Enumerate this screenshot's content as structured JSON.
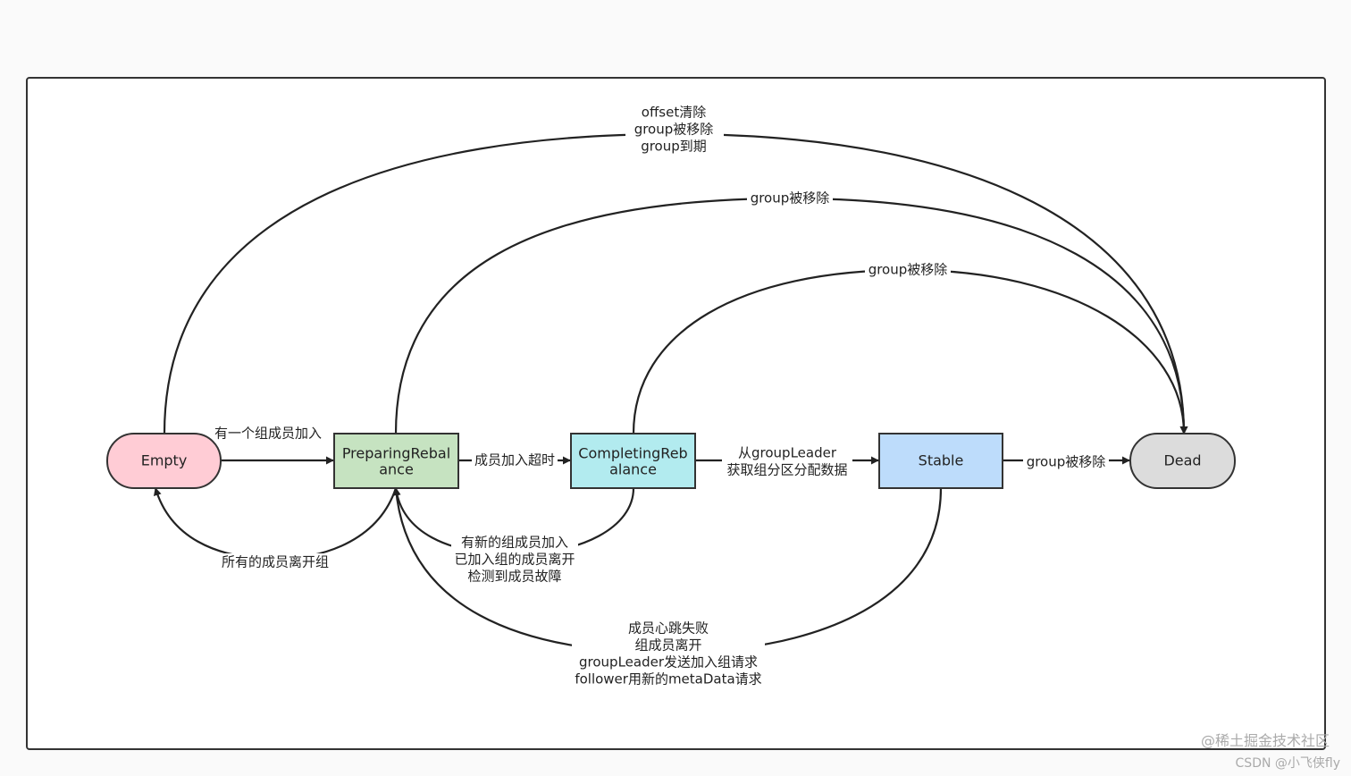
{
  "nodes": {
    "empty": {
      "label": "Empty",
      "color": "#ffccd5"
    },
    "preparing": {
      "lines": [
        "PreparingRebal",
        "ance"
      ],
      "color": "#c6e3c1"
    },
    "completing": {
      "lines": [
        "CompletingReb",
        "alance"
      ],
      "color": "#b2ebef"
    },
    "stable": {
      "label": "Stable",
      "color": "#bddcfb"
    },
    "dead": {
      "label": "Dead",
      "color": "#dcdcdc"
    }
  },
  "edges": {
    "empty_to_preparing": [
      "有一个组成员加入"
    ],
    "preparing_to_empty": [
      "所有的成员离开组"
    ],
    "preparing_to_completing": [
      "成员加入超时"
    ],
    "completing_to_stable": [
      "从groupLeader",
      "获取组分区分配数据"
    ],
    "stable_to_dead": [
      "group被移除"
    ],
    "completing_to_preparing": [
      "有新的组成员加入",
      "已加入组的成员离开",
      "检测到成员故障"
    ],
    "stable_to_preparing": [
      "成员心跳失败",
      "组成员离开",
      "groupLeader发送加入组请求",
      "follower用新的metaData请求"
    ],
    "empty_to_dead": [
      "offset清除",
      "group被移除",
      "group到期"
    ],
    "preparing_to_dead": [
      "group被移除"
    ],
    "completing_to_dead": [
      "group被移除"
    ]
  },
  "watermark": {
    "line1": "@稀土掘金技术社区",
    "line2": "CSDN @小飞侠fly"
  }
}
